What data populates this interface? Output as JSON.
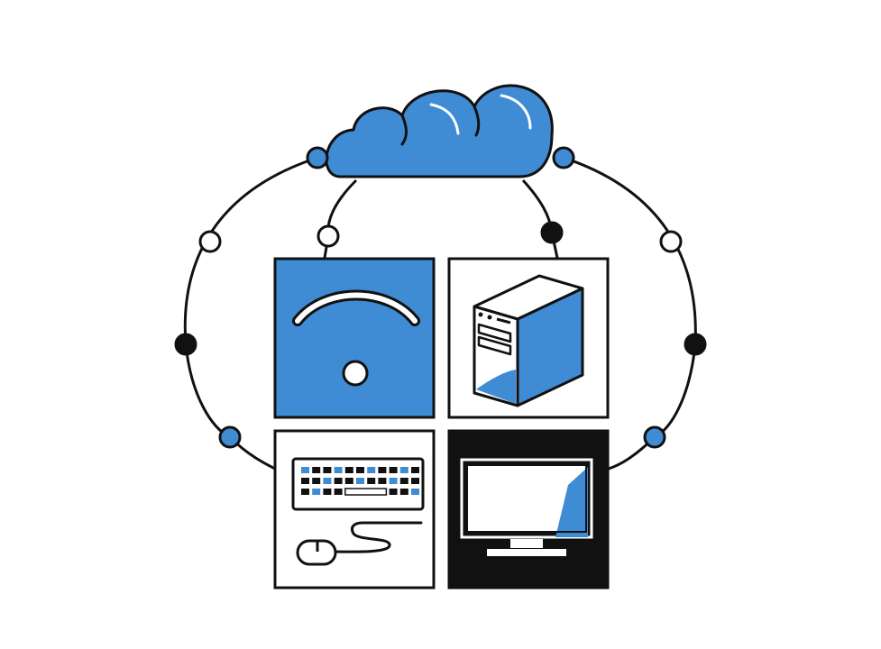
{
  "colors": {
    "accent": "#3f8bd4",
    "ink": "#111111",
    "background": "#ffffff"
  },
  "illustration": {
    "cloud": {
      "icon": "cloud-icon"
    },
    "panels": [
      {
        "icon": "wifi-icon",
        "fill": "accent"
      },
      {
        "icon": "server-tower-icon",
        "fill": "background"
      },
      {
        "icon": "keyboard-mouse-icon",
        "fill": "background"
      },
      {
        "icon": "monitor-icon",
        "fill": "ink"
      }
    ],
    "network_nodes": [
      {
        "fill": "accent"
      },
      {
        "fill": "accent"
      },
      {
        "fill": "background"
      },
      {
        "fill": "background"
      },
      {
        "fill": "ink"
      },
      {
        "fill": "ink"
      },
      {
        "fill": "background"
      },
      {
        "fill": "ink"
      },
      {
        "fill": "accent"
      },
      {
        "fill": "accent"
      }
    ]
  }
}
